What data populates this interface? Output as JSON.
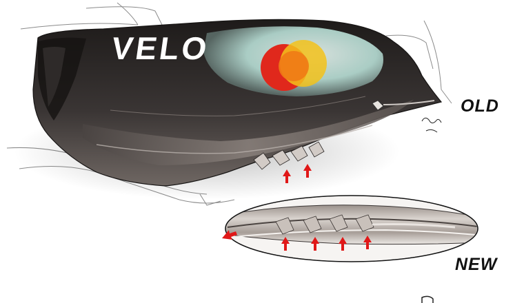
{
  "illustration": {
    "livery_text": "VELO",
    "label_old": "OLD",
    "label_new": "NEW",
    "colors": {
      "body_dark": "#2b2827",
      "body_mid": "#6d6562",
      "highlight": "#d8d3cf",
      "sheen": "#b8dfd6",
      "logo_red": "#e0281c",
      "logo_orange": "#f07a16",
      "logo_yellow": "#f3c21b",
      "arrow_red": "#e01818"
    },
    "old_view_arrow_count": 2,
    "new_view_arrow_count": 5
  }
}
